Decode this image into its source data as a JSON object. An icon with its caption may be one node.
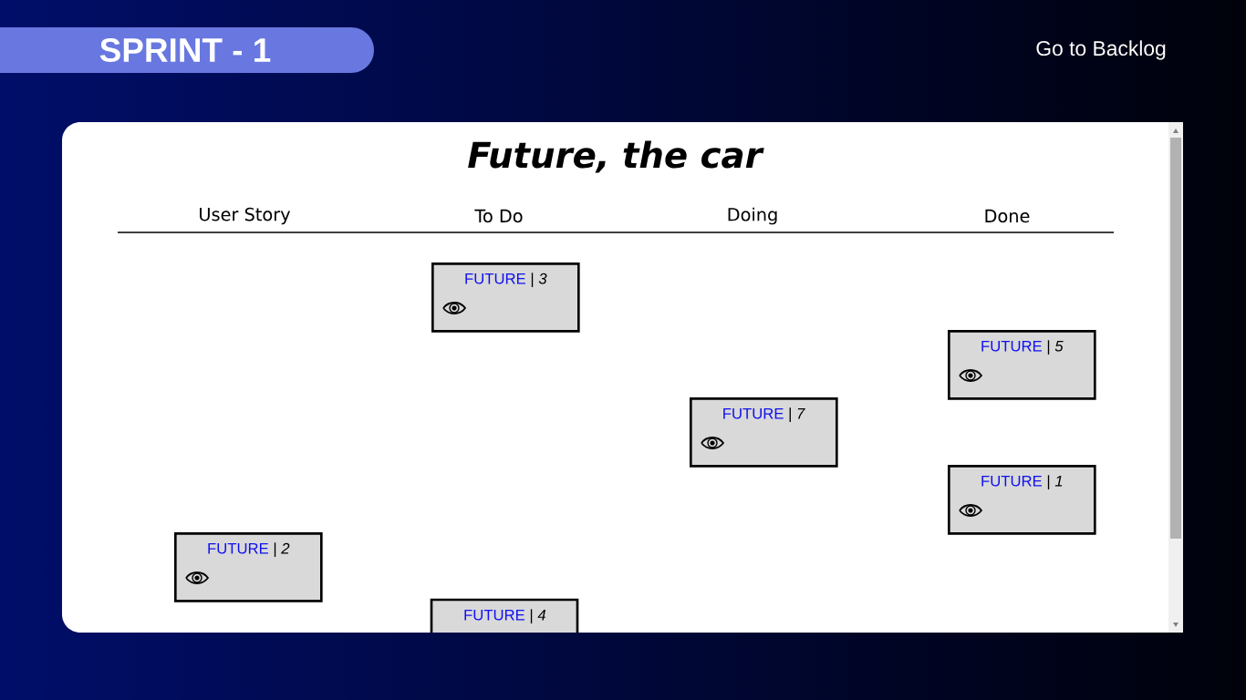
{
  "diagram": {
    "title": "Future, the car",
    "nodes": [
      {
        "text": [
          "FUTURE",
          "| *3*"
        ]
      },
      {
        "text": [
          "FUTURE",
          "| *5*"
        ]
      },
      {
        "text": [
          "FUTURE",
          "| *7*"
        ]
      },
      {
        "text": [
          "FUTURE",
          "| *1*"
        ]
      },
      {
        "text": [
          "FUTURE",
          "| *2*"
        ]
      },
      {
        "text": [
          "FUTURE",
          "| *4*"
        ]
      }
    ],
    "labels": [
      "SPRINT - 1",
      "Go to Backlog",
      "User Story",
      "To Do",
      "Doing",
      "Done"
    ]
  }
}
